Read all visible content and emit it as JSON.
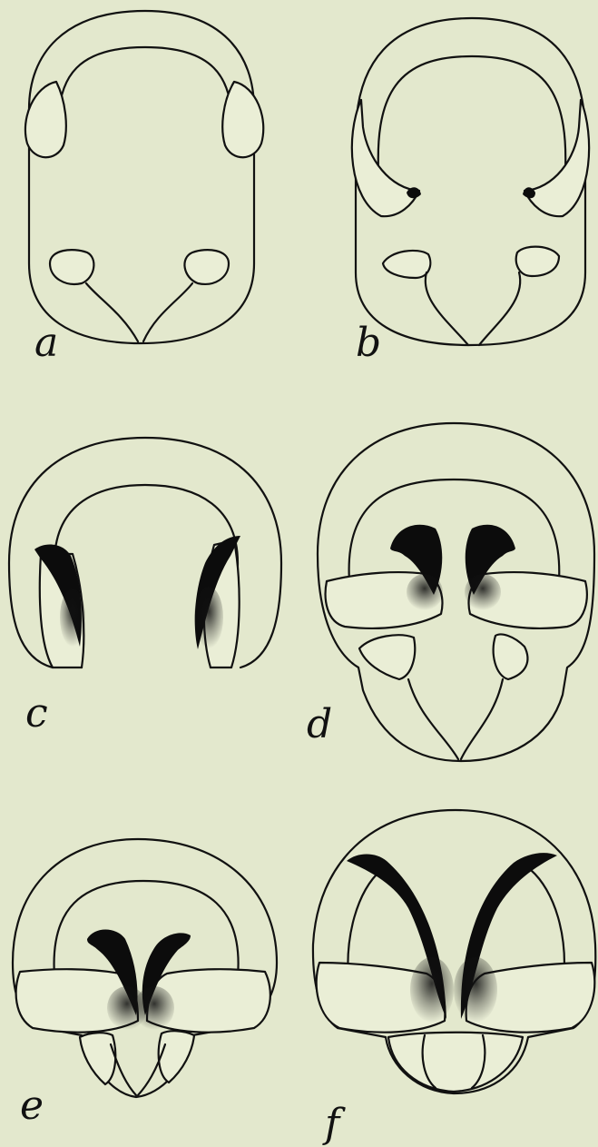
{
  "plate": {
    "background_color": "#e3e8cd",
    "ink_color": "#111111",
    "figures": [
      {
        "id": "a",
        "label": "a"
      },
      {
        "id": "b",
        "label": "b"
      },
      {
        "id": "c",
        "label": "c"
      },
      {
        "id": "d",
        "label": "d"
      },
      {
        "id": "e",
        "label": "e"
      },
      {
        "id": "f",
        "label": "f"
      }
    ]
  }
}
